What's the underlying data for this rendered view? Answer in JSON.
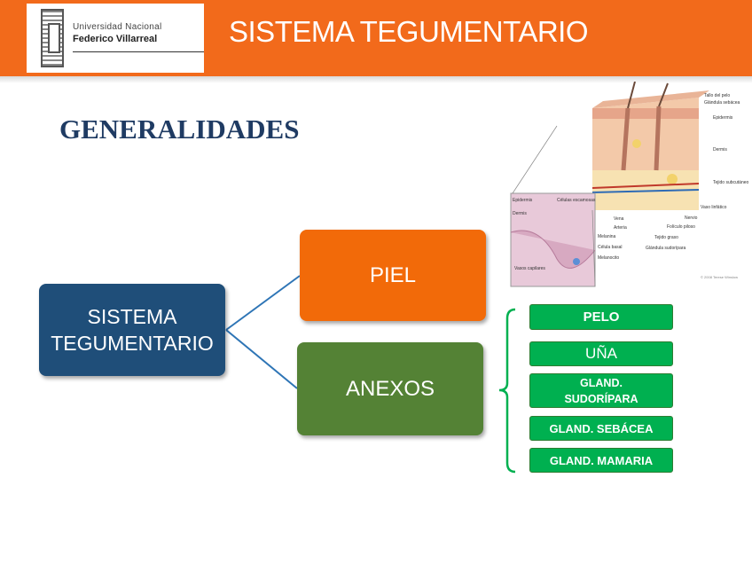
{
  "header": {
    "logo": {
      "line1": "Universidad Nacional",
      "line2": "Federico Villarreal"
    },
    "title": "SISTEMA TEGUMENTARIO"
  },
  "section_title": "GENERALIDADES",
  "diagram": {
    "root": "SISTEMA TEGUMENTARIO",
    "branches": [
      "PIEL",
      "ANEXOS"
    ],
    "anexos_items": [
      "PELO",
      "UÑA",
      "GLAND. SUDORÍPARA",
      "GLAND. SEBÁCEA",
      "GLAND. MAMARIA"
    ]
  },
  "illustration": {
    "labels_right": [
      "Tallo del pelo",
      "Glándula sebácea",
      "Epidermis",
      "Dermis",
      "Tejido subcutáneo",
      "Vaso linfático",
      "Nervio",
      "Folículo piloso",
      "Tejido graso",
      "Glándula sudorípara",
      "Vena",
      "Arteria"
    ],
    "labels_inset": [
      "Epidermis",
      "Células escamosas",
      "Dermis",
      "Melanina",
      "Célula basal",
      "Melanocito",
      "Vasos capilares"
    ],
    "copyright": "© 2008 Terese Winslow"
  },
  "colors": {
    "header": "#f26a1b",
    "title_blue": "#1f3b63",
    "root_box": "#1f4e79",
    "piel_box": "#f26a09",
    "anexos_box": "#548235",
    "item_green": "#00b050"
  }
}
